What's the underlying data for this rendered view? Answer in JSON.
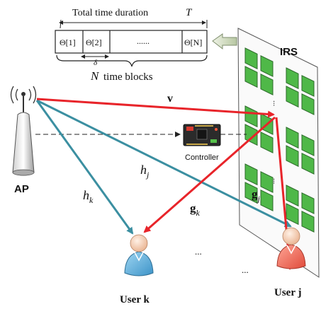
{
  "timing": {
    "title_text": "Total time duration",
    "title_symbol": "T",
    "blocks": [
      "Θ[1]",
      "Θ[2]",
      "......",
      "Θ[N]"
    ],
    "delta": "δ",
    "count_symbol": "N",
    "count_text": "time blocks"
  },
  "labels": {
    "irs": "IRS",
    "ap": "AP",
    "controller": "Controller",
    "user_k": "User k",
    "user_j": "User j",
    "v": "v",
    "hj": "h",
    "hj_sub": "j",
    "hk": "h",
    "hk_sub": "k",
    "gk": "g",
    "gk_sub": "k",
    "gj": "g",
    "gj_sub": "j",
    "dots_1": "...",
    "dots_2": "...",
    "irs_dots_1": "...",
    "irs_dots_2": "..."
  },
  "colors": {
    "red_link": "#e8242a",
    "teal_link": "#3b8fa1",
    "irs_element": "#4fb848",
    "irs_element_border": "#2c6a2a",
    "user_k_body": "#66b8e6",
    "user_j_body": "#f26a5a"
  }
}
